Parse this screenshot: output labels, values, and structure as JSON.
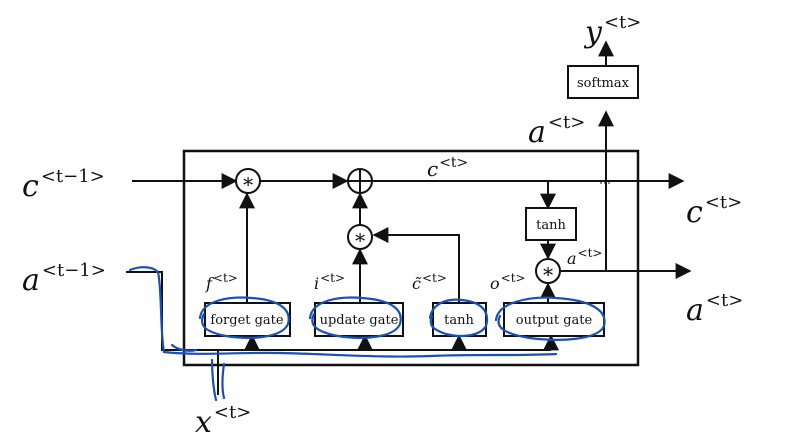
{
  "labels": {
    "c_prev": {
      "base": "c",
      "sup": "<t−1>"
    },
    "a_prev": {
      "base": "a",
      "sup": "<t−1>"
    },
    "x_t": {
      "base": "x",
      "sup": "<t>"
    },
    "c_t_top": {
      "base": "c",
      "sup": "<t>"
    },
    "c_t_out": {
      "base": "c",
      "sup": "<t>"
    },
    "a_t_out": {
      "base": "a",
      "sup": "<t>"
    },
    "a_t_inner": {
      "base": "a",
      "sup": "<t>"
    },
    "a_t_softmax": {
      "base": "a",
      "sup": "<t>"
    },
    "y_t": {
      "base": "y",
      "sup": "<t>"
    },
    "f_t": {
      "base": "f",
      "sup": "<t>"
    },
    "i_t": {
      "base": "i",
      "sup": "<t>"
    },
    "ctilde_t": {
      "base": "c̃",
      "sup": "<t>"
    },
    "o_t": {
      "base": "o",
      "sup": "<t>"
    }
  },
  "gates": {
    "forget": "forget gate",
    "update": "update gate",
    "tanh_candidate": "tanh",
    "output": "output gate",
    "tanh_cell": "tanh",
    "softmax": "softmax"
  },
  "operators": {
    "multiply": "∗",
    "add": "⊕"
  }
}
